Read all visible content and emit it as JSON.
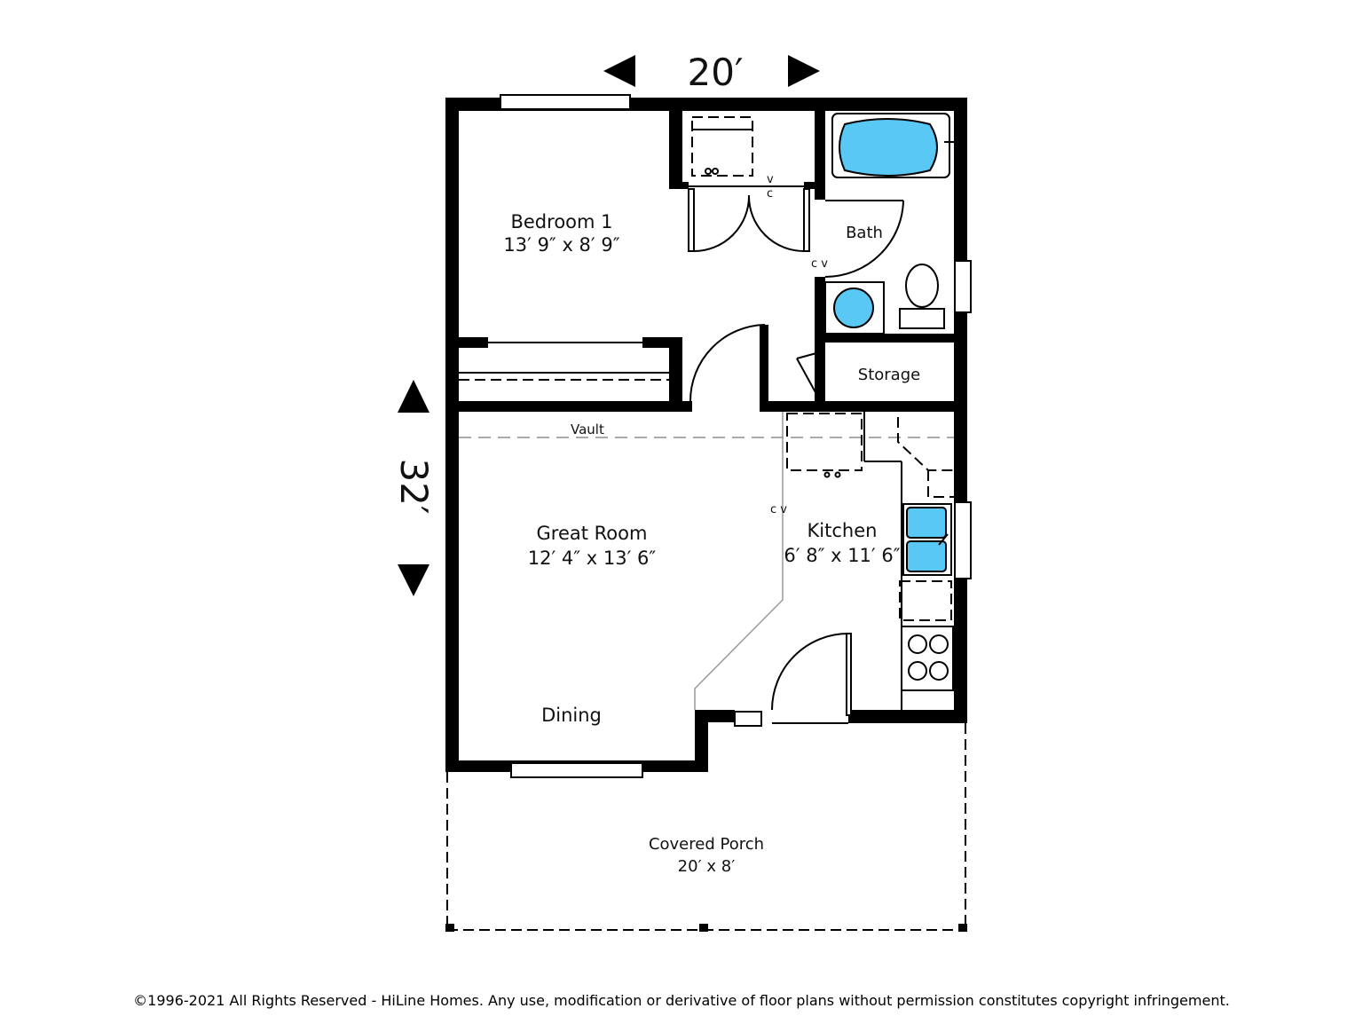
{
  "plan": {
    "width_dimension": "20′",
    "length_dimension": "32′",
    "rooms": {
      "bedroom": {
        "name": "Bedroom 1",
        "size": "13′ 9″ x 8′ 9″"
      },
      "bath": {
        "name": "Bath"
      },
      "storage": {
        "name": "Storage"
      },
      "great_room": {
        "name": "Great Room",
        "size": "12′ 4″ x 13′ 6″"
      },
      "kitchen": {
        "name": "Kitchen",
        "size": "6′ 8″ x 11′ 6″"
      },
      "dining": {
        "name": "Dining"
      },
      "porch": {
        "name": "Covered Porch",
        "size": "20′ x 8′"
      }
    },
    "annotations": {
      "vault": "Vault",
      "cv_closet_v": "v",
      "cv_closet_c": "c",
      "cv_bath": "c v",
      "cv_kitchen": "c v"
    },
    "colors": {
      "fixture": "#5ac8f5",
      "wall": "#000000"
    }
  },
  "footer": {
    "copyright": "©1996-2021 All Rights Reserved - HiLine Homes. Any use, modification or derivative of floor plans without permission constitutes copyright infringement."
  }
}
